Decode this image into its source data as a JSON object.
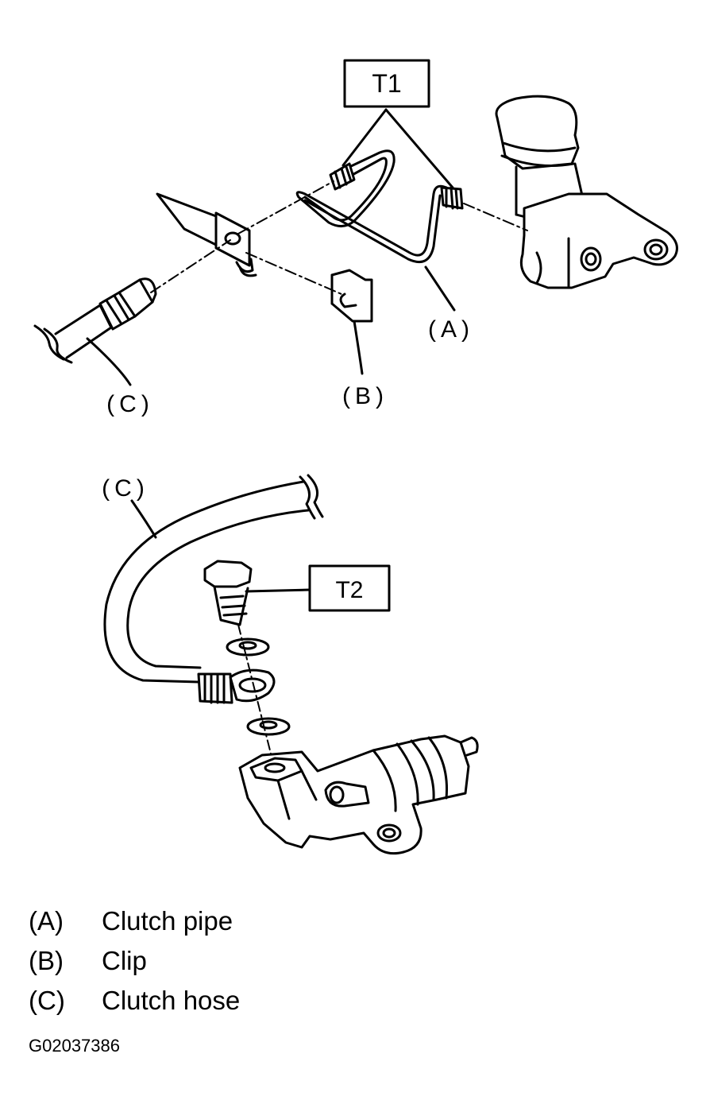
{
  "callouts": {
    "torque_1": "T1",
    "torque_2": "T2",
    "pipe": "(A)",
    "clip": "(B)",
    "hose_top": "(C)",
    "hose_bottom": "(C)"
  },
  "legend": [
    {
      "code": "(A)",
      "text": "Clutch pipe"
    },
    {
      "code": "(B)",
      "text": "Clip"
    },
    {
      "code": "(C)",
      "text": "Clutch hose"
    }
  ],
  "figure_id": "G02037386"
}
